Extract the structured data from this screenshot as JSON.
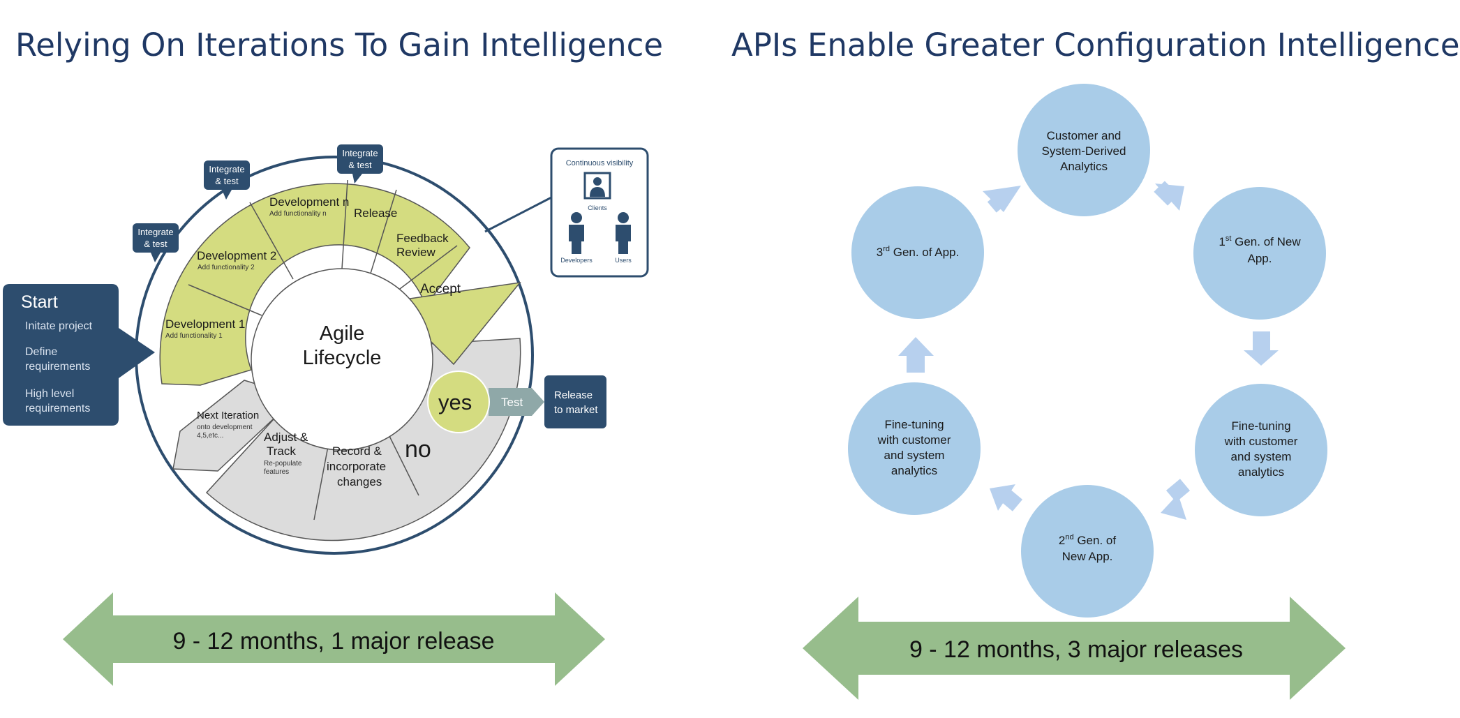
{
  "left": {
    "title": "Relying On Iterations To Gain Intelligence",
    "start": {
      "heading": "Start",
      "items": [
        "Initate project",
        "Define",
        "requirements",
        "High level",
        "requirements"
      ]
    },
    "center": [
      "Agile",
      "Lifecycle"
    ],
    "segments": {
      "dev1": {
        "title": "Development 1",
        "sub": "Add functionality 1"
      },
      "dev2": {
        "title": "Development 2",
        "sub": "Add functionality 2"
      },
      "devn": {
        "title": "Development n",
        "sub": "Add functionality n"
      },
      "release": "Release",
      "feedback": [
        "Feedback",
        "Review"
      ],
      "accept": "Accept",
      "no": "no",
      "record": [
        "Record &",
        "incorporate",
        "changes"
      ],
      "adjust": [
        "Adjust &",
        "Track"
      ],
      "adjust_sub": [
        "Re-populate",
        "features"
      ],
      "next": "Next Iteration",
      "next_sub": [
        "onto development",
        "4,5,etc..."
      ]
    },
    "tags": [
      [
        "Integrate",
        "& test"
      ],
      [
        "Integrate",
        "& test"
      ],
      [
        "Integrate",
        "& test"
      ]
    ],
    "visibility": {
      "heading": "Continuous visibility",
      "clients": "Clients",
      "developers": "Developers",
      "users": "Users"
    },
    "yes": "yes",
    "test": "Test",
    "release_market": [
      "Release",
      "to market"
    ],
    "banner": "9 - 12 months, 1 major release"
  },
  "right": {
    "title": "APIs Enable Greater Configuration Intelligence",
    "circles": {
      "top": [
        "Customer and",
        "System-Derived",
        "Analytics"
      ],
      "gen1": {
        "sup": "st",
        "lines": [
          "1",
          " Gen. of New",
          "App."
        ]
      },
      "fine_right": [
        "Fine-tuning",
        "with customer",
        "and system",
        "analytics"
      ],
      "gen2": {
        "sup": "nd",
        "lines": [
          "2",
          " Gen. of",
          "New App."
        ]
      },
      "fine_left": [
        "Fine-tuning",
        "with customer",
        "and system",
        "analytics"
      ],
      "gen3": {
        "sup": "rd",
        "lines": [
          "3",
          " Gen. of App."
        ]
      }
    },
    "banner": "9 - 12 months, 3 major releases"
  },
  "colors": {
    "navy": "#1f3864",
    "dark_blue": "#2d4d6e",
    "lime": "#d4dc80",
    "grey": "#dcdcdc",
    "circle": "#a9cce8",
    "banner_green": "#97bd8c",
    "arrow_blue": "#b7d0ee"
  }
}
